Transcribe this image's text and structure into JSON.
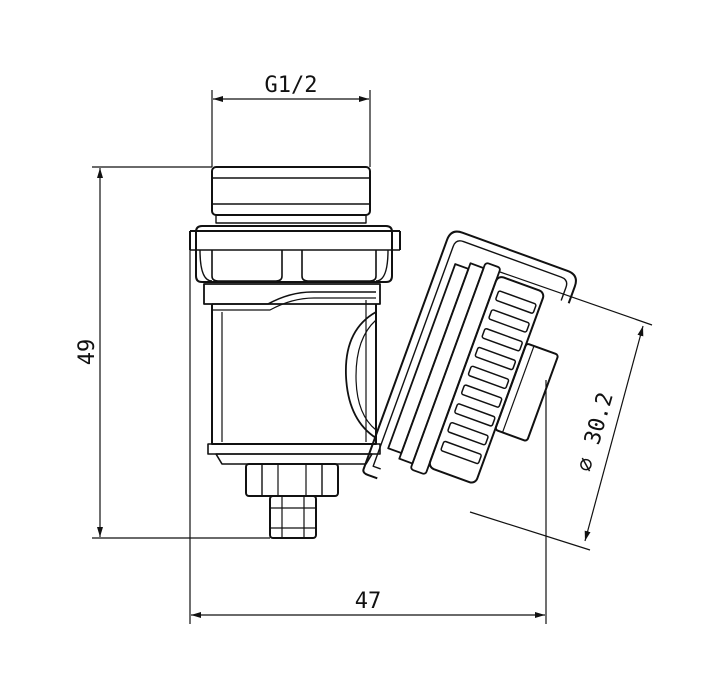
{
  "dimensions": {
    "thread": "G1/2",
    "height": "49",
    "width": "47",
    "diameter_symbol": "⌀",
    "diameter": "30.2"
  },
  "colors": {
    "line": "#111111",
    "background": "#ffffff"
  }
}
